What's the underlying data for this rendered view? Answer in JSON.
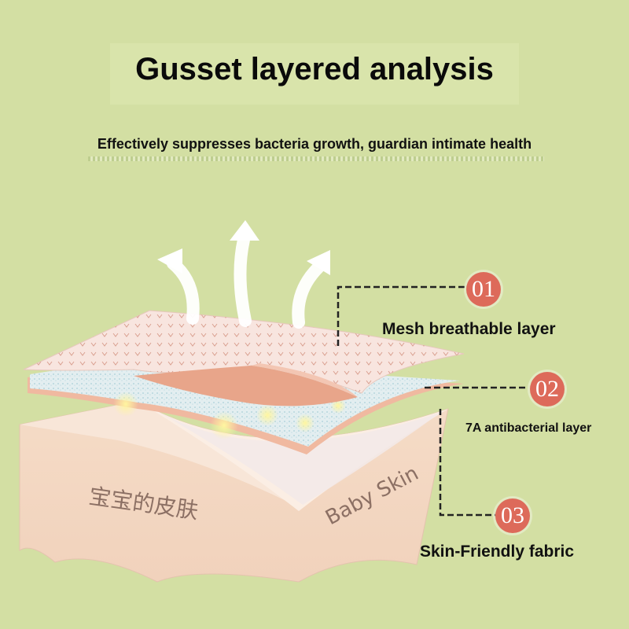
{
  "header": {
    "title": "Gusset layered analysis",
    "subtitle": "Effectively suppresses bacteria growth, guardian intimate health"
  },
  "layers": [
    {
      "number": "01",
      "label": "Mesh breathable layer"
    },
    {
      "number": "02",
      "label": "7A antibacterial layer"
    },
    {
      "number": "03",
      "label": "Skin-Friendly fabric"
    }
  ],
  "block": {
    "text_chinese": "宝宝的皮肤",
    "text_english": "Baby Skin"
  },
  "icons": [
    "breathe-arrow-icon",
    "breathe-arrow-icon",
    "breathe-arrow-icon"
  ],
  "colors": {
    "background": "#d3dfa3",
    "badge": "#dd6a5a",
    "fabric": "#f6dccb",
    "antibacterial": "#cfe6ec"
  }
}
